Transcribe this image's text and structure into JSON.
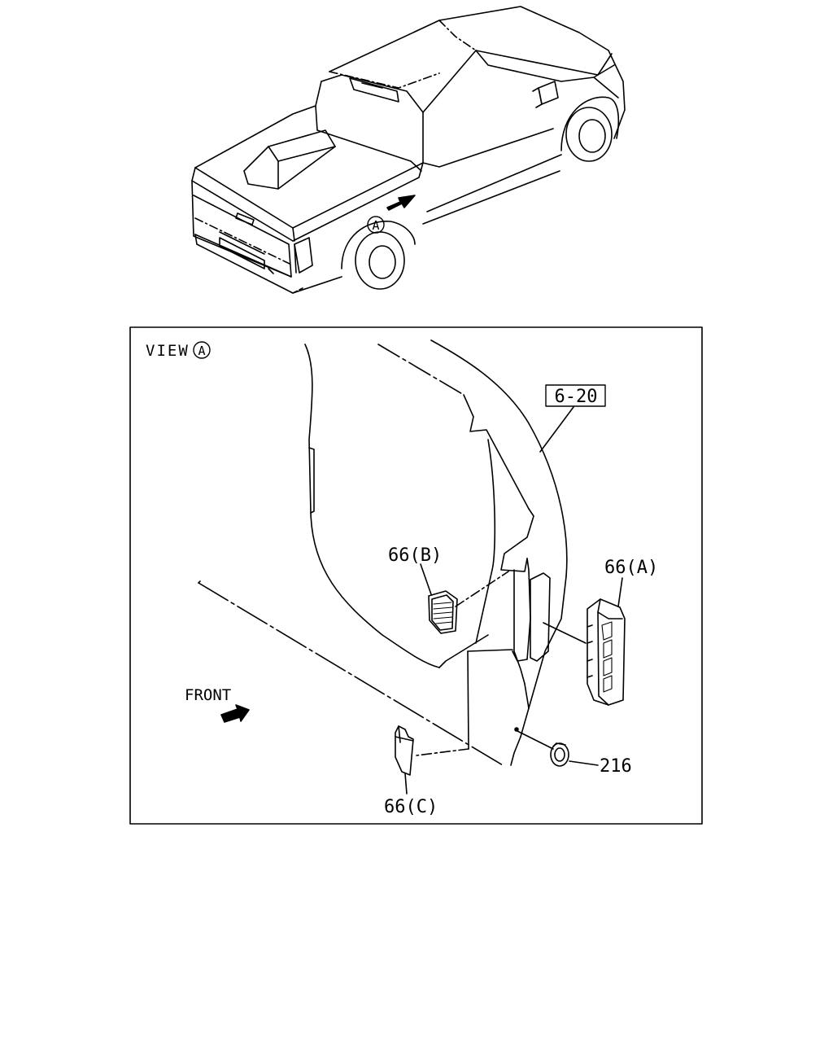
{
  "truck": {
    "callout": "A"
  },
  "view": {
    "prefix": "VIEW",
    "letter": "A",
    "ref_box": "6-20",
    "front_label": "FRONT",
    "parts": {
      "part_66b": "66(B)",
      "part_66a": "66(A)",
      "part_66c": "66(C)",
      "part_216": "216"
    }
  }
}
